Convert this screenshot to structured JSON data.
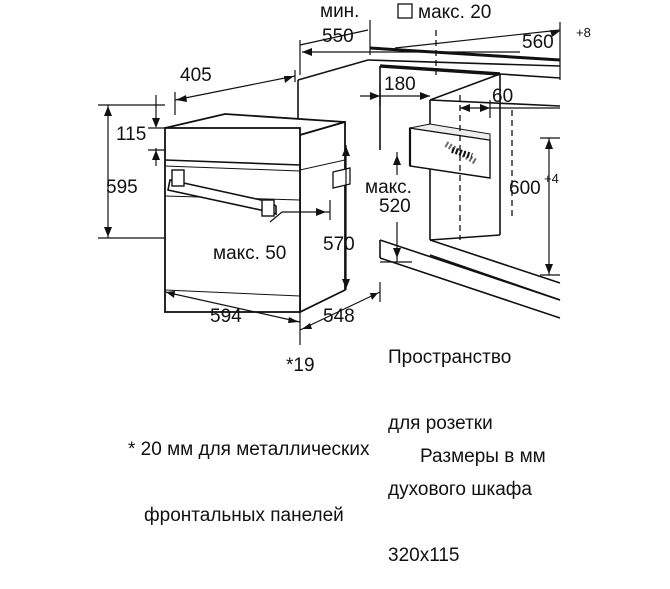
{
  "dimensions": {
    "min_label": "мин.",
    "niche_width": "550",
    "max_gap_label": "макс. 20",
    "niche_depth": "560",
    "niche_depth_tolerance": "+8",
    "front_depth": "405",
    "socket_offset": "180",
    "socket_side": "60",
    "panel_height": "115",
    "oven_height": "595",
    "niche_height": "600",
    "niche_height_tolerance": "+4",
    "max_label": "макс.",
    "max_depth": "520",
    "max_handle": "макс. 50",
    "inner_height": "570",
    "oven_width": "594",
    "oven_depth": "548",
    "front_panel_note_ref": "*19"
  },
  "notes": {
    "socket_space": [
      "Пространство",
      "для розетки",
      "духового шкафа",
      "320x115"
    ],
    "footnote": [
      "* 20 мм для металлических",
      "фронтальных панелей"
    ],
    "units": "Размеры в мм"
  }
}
